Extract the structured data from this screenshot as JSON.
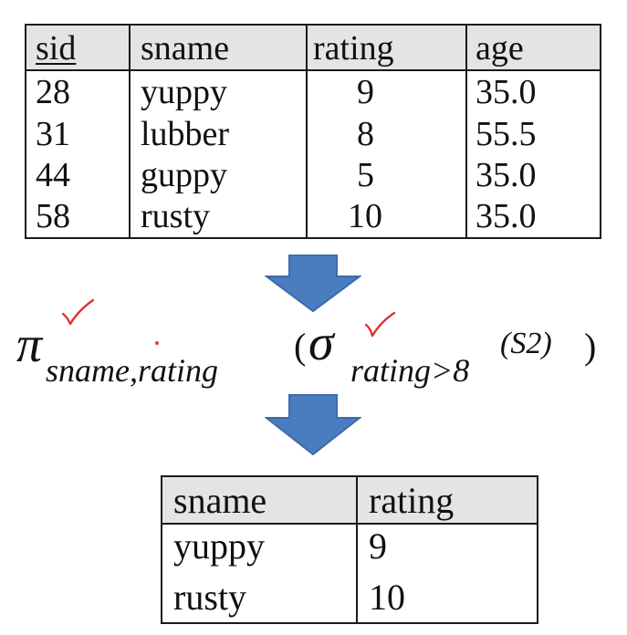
{
  "relation_table": {
    "columns": [
      "sid",
      "sname",
      "rating",
      "age"
    ],
    "rows": [
      [
        "28",
        "yuppy",
        "9",
        "35.0"
      ],
      [
        "31",
        "lubber",
        "8",
        "55.5"
      ],
      [
        "44",
        "guppy",
        "5",
        "35.0"
      ],
      [
        "58",
        "rusty",
        "10",
        "35.0"
      ]
    ]
  },
  "expression": {
    "pi": "π",
    "projection_subscript": "sname,rating",
    "open_paren": "(",
    "sigma": "σ",
    "selection_subscript": "rating>8",
    "argument": "(S2)",
    "close_paren": ")"
  },
  "result_table": {
    "columns": [
      "sname",
      "rating"
    ],
    "rows": [
      [
        "yuppy",
        "9"
      ],
      [
        "rusty",
        "10"
      ]
    ]
  },
  "colors": {
    "arrow": "#4a7cc0",
    "arrow_edge": "#3c6aa8",
    "header_bg": "#e4e4e4",
    "check_mark": "#e03030"
  }
}
